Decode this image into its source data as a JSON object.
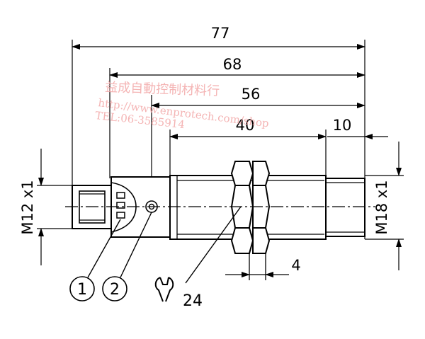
{
  "dimensions": {
    "d77": "77",
    "d68": "68",
    "d56": "56",
    "d40": "40",
    "d10": "10",
    "d4": "4",
    "thread_left": "M12 x1",
    "thread_right": "M18 x1"
  },
  "callouts": {
    "c1": "1",
    "c2": "2",
    "wrench_size": "24"
  },
  "watermark": {
    "line1": "益成自動控制材料行",
    "line2": "http://www.enprotech.com/shop",
    "line3": "TEL:06-3585914"
  },
  "icons": {
    "wrench": "wrench-icon"
  }
}
